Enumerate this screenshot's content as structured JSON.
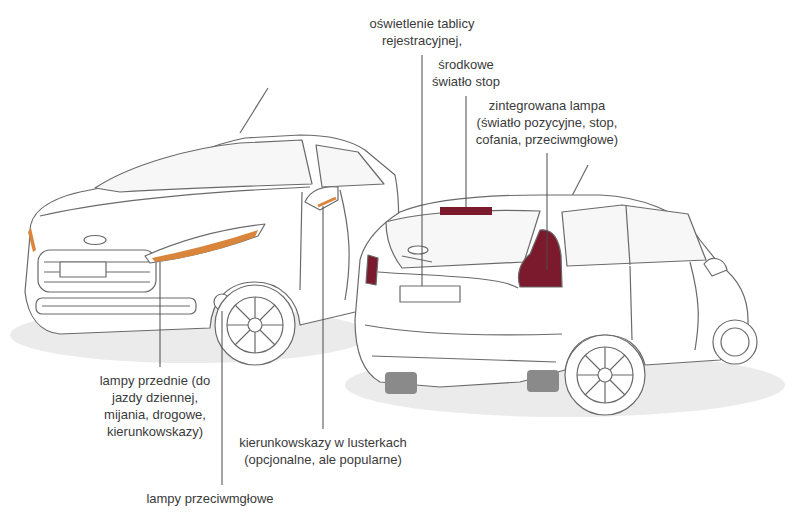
{
  "diagram": {
    "labels": [
      "oświetlenie tablicy rejestracyjnej,",
      "środkowe światło stop",
      "zintegrowana lampa (światło pozycyjne, stop, cofania, przeciwmgłowe)",
      "lampy przednie (do jazdy dziennej, mijania, drogowe, kierunkowskazy)",
      "kierunkowskazy w lusterkach (opcjonalne, ale popularne)",
      "lampy przeciwmgłowe"
    ]
  }
}
